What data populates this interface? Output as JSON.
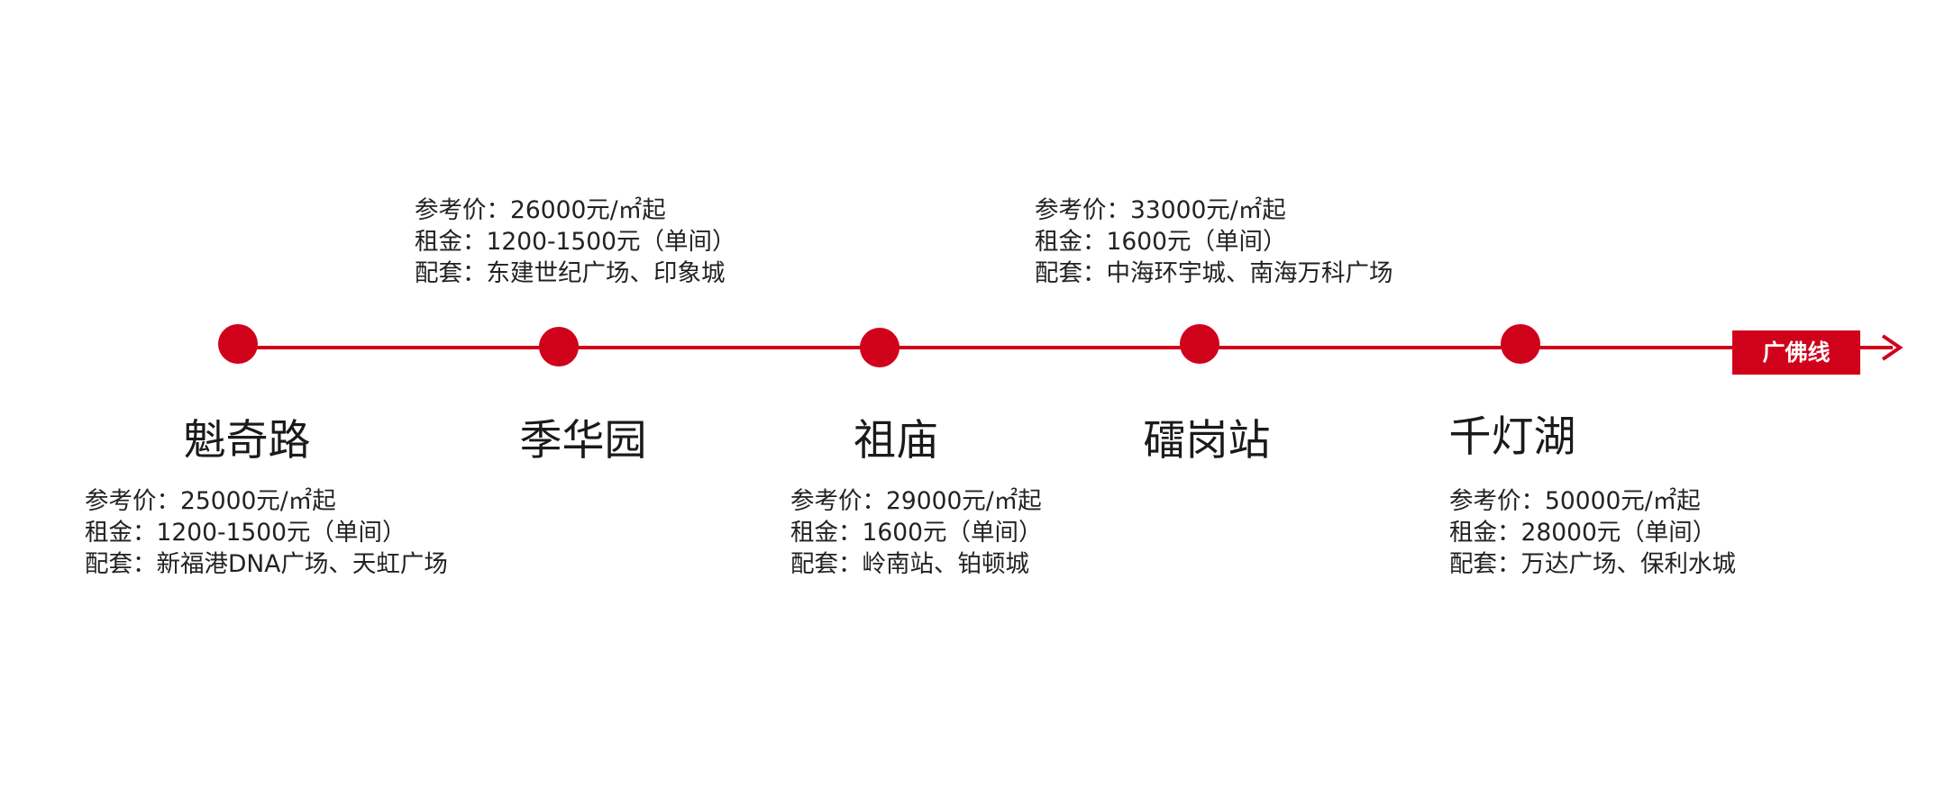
{
  "line": {
    "label": "广佛线",
    "color": "#d0021b"
  },
  "stations": [
    {
      "name": "魁奇路",
      "price": "参考价：25000元/㎡起",
      "rent": "租金：1200-1500元（单间）",
      "amenities": "配套：新福港DNA广场、天虹广场"
    },
    {
      "name": "季华园",
      "price": "参考价：26000元/㎡起",
      "rent": "租金：1200-1500元（单间）",
      "amenities": "配套：东建世纪广场、印象城"
    },
    {
      "name": "祖庙",
      "price": "参考价：29000元/㎡起",
      "rent": "租金：1600元（单间）",
      "amenities": "配套：岭南站、铂顿城"
    },
    {
      "name": "礌岗站",
      "price": "参考价：33000元/㎡起",
      "rent": "租金：1600元（单间）",
      "amenities": "配套：中海环宇城、南海万科广场"
    },
    {
      "name": "千灯湖",
      "price": "参考价：50000元/㎡起",
      "rent": "租金：28000元（单间）",
      "amenities": "配套：万达广场、保利水城"
    }
  ]
}
